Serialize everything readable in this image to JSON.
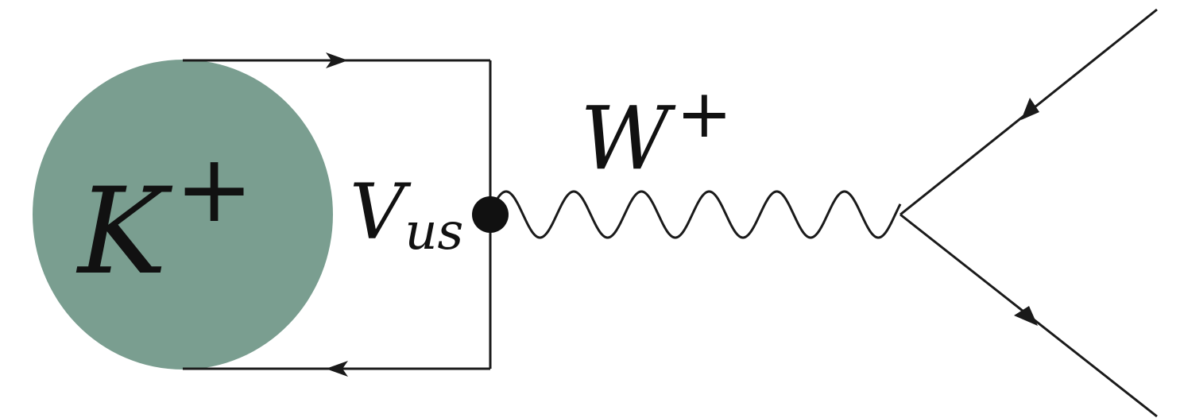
{
  "labels": {
    "meson_symbol": "K",
    "meson_charge": "+",
    "boson_symbol": "W",
    "boson_charge": "+",
    "coupling_symbol": "V",
    "coupling_subscript": "us"
  },
  "colors": {
    "meson_fill": "#7a9e90",
    "line": "#1a1a1a",
    "vertex": "#111111"
  }
}
